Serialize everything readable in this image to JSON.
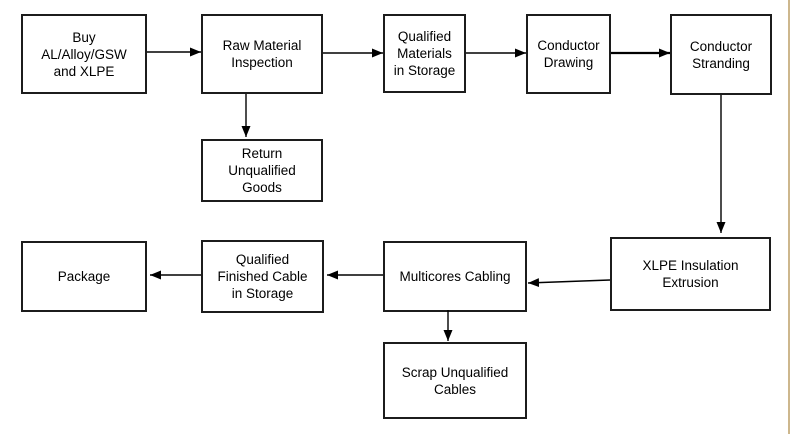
{
  "diagram": {
    "type": "flowchart",
    "nodes": {
      "buy": {
        "label": "Buy\nAL/Alloy/GSW\nand XLPE"
      },
      "raw_material_inspection": {
        "label": "Raw Material\nInspection"
      },
      "qualified_materials_storage": {
        "label": "Qualified\nMaterials\nin Storage"
      },
      "conductor_drawing": {
        "label": "Conductor\nDrawing"
      },
      "conductor_stranding": {
        "label": "Conductor\nStranding"
      },
      "return_unqualified_goods": {
        "label": "Return\nUnqualified\nGoods"
      },
      "xlpe_insulation_extrusion": {
        "label": "XLPE Insulation\nExtrusion"
      },
      "multicores_cabling": {
        "label": "Multicores Cabling"
      },
      "qualified_finished_cable": {
        "label": "Qualified\nFinished Cable\nin Storage"
      },
      "package": {
        "label": "Package"
      },
      "scrap_unqualified_cables": {
        "label": "Scrap Unqualified\nCables"
      }
    },
    "edges": [
      {
        "from": "buy",
        "to": "raw_material_inspection",
        "direction": "right"
      },
      {
        "from": "raw_material_inspection",
        "to": "qualified_materials_storage",
        "direction": "right"
      },
      {
        "from": "qualified_materials_storage",
        "to": "conductor_drawing",
        "direction": "right"
      },
      {
        "from": "conductor_drawing",
        "to": "conductor_stranding",
        "direction": "right"
      },
      {
        "from": "raw_material_inspection",
        "to": "return_unqualified_goods",
        "direction": "down"
      },
      {
        "from": "conductor_stranding",
        "to": "xlpe_insulation_extrusion",
        "direction": "down"
      },
      {
        "from": "xlpe_insulation_extrusion",
        "to": "multicores_cabling",
        "direction": "left"
      },
      {
        "from": "multicores_cabling",
        "to": "qualified_finished_cable",
        "direction": "left"
      },
      {
        "from": "qualified_finished_cable",
        "to": "package",
        "direction": "left"
      },
      {
        "from": "multicores_cabling",
        "to": "scrap_unqualified_cables",
        "direction": "down"
      }
    ],
    "colors": {
      "node_border": "#1c1c1c",
      "arrow": "#000000",
      "text": "#000000",
      "page_edge": "#cdb78d",
      "background": "#ffffff"
    }
  }
}
